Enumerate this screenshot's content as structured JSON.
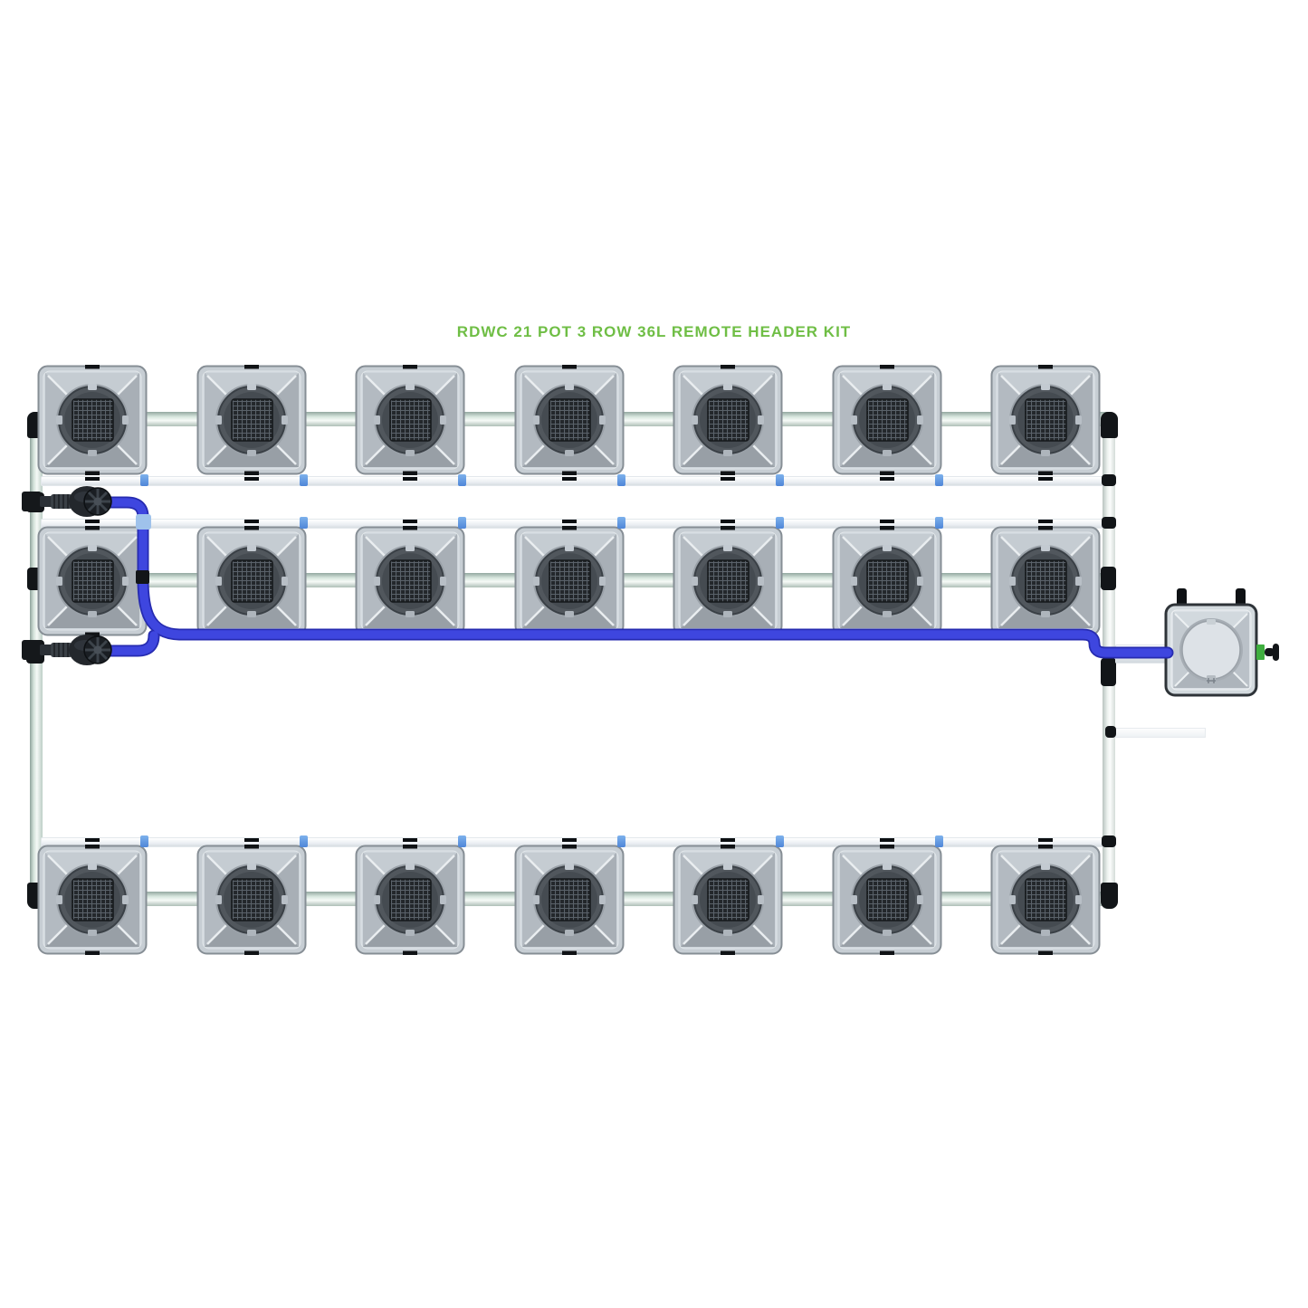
{
  "page": {
    "background": "#ffffff"
  },
  "title": {
    "text": "RDWC 21 POT 3 ROW 36L REMOTE HEADER KIT"
  },
  "kit": {
    "system": "RDWC",
    "pot_count": "21",
    "row_count": "3",
    "pots_per_row": "7",
    "pot_volume": "36L",
    "kit_type": "REMOTE HEADER KIT"
  },
  "parts": [
    "grow-pot",
    "mesh-lid",
    "header-tank",
    "tank-posts",
    "tank-outlet-fitting",
    "feed-tube",
    "pump-fitting",
    "return-pipe",
    "interconnect-pipe",
    "pipe-connector",
    "pipe-clamp-mark",
    "drain-stub"
  ],
  "colors": {
    "title_green": "#6fbe45",
    "tube_blue": "#3e46df",
    "tube_blue_dark": "#262bb0",
    "connector_blue": "#4f86d8",
    "crossing_sleeve_blue": "#9fc2eb",
    "fitting_black": "#121518",
    "pot_body_gray": "#c7ced4",
    "pot_ring_gray": "#51575d",
    "mesh_dark": "#23272b",
    "pipe_white": "#eef1f4",
    "pipe_green_tint": "#cfe0d8",
    "outlet_green": "#3fae3f"
  }
}
